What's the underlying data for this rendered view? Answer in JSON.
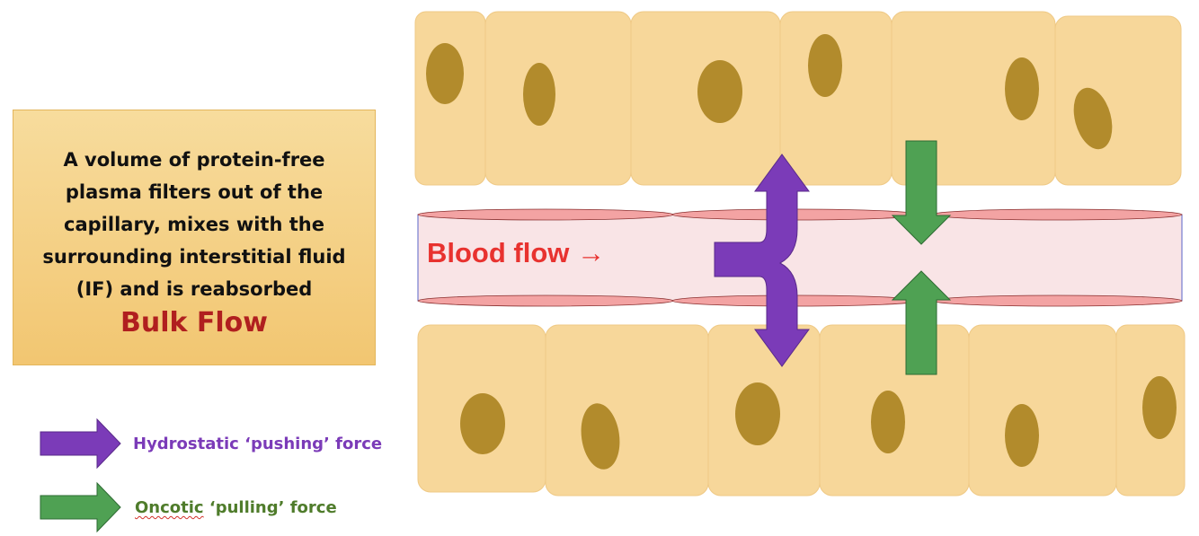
{
  "info_box": {
    "text": "A volume of protein-free plasma filters out of the capillary, mixes with the surrounding interstitial fluid (IF) and is reabsorbed",
    "title": "Bulk Flow"
  },
  "capillary": {
    "label": "Blood flow →"
  },
  "legend": {
    "hydrostatic": "Hydrostatic ‘pushing’ force",
    "oncotic_word": "Oncotic",
    "oncotic_rest": " ‘pulling’ force"
  },
  "colors": {
    "cell_fill": "#f7d79a",
    "cell_border": "#efc985",
    "nucleus": "#b28b2c",
    "vessel_fill": "#f9e4e6",
    "vessel_rim": "#f3a3a3",
    "hydrostatic_arrow": "#7b3bb8",
    "oncotic_arrow": "#4fa153",
    "title_red": "#b01f1f",
    "blood_red": "#e8322f"
  }
}
